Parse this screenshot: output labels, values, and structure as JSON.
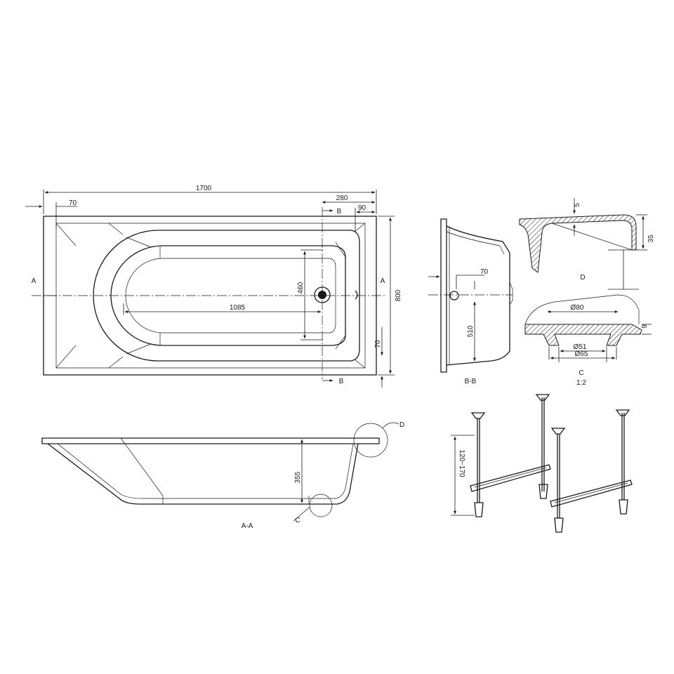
{
  "colors": {
    "line": "#1a1a1a",
    "background": "#ffffff"
  },
  "plan_view": {
    "dim_length": "1700",
    "dim_width": "800",
    "dim_rim_left": "70",
    "dim_rim_right": "70",
    "dim_drain_offset": "280",
    "dim_drain_edge": "90",
    "dim_inner_length": "1085",
    "dim_inner_width": "460",
    "section_a_left": "A",
    "section_a_right": "A",
    "section_b_top": "B",
    "section_b_bottom": "B"
  },
  "section_aa": {
    "label": "A-A",
    "dim_depth": "355",
    "detail_c": "C",
    "detail_d": "D"
  },
  "section_bb": {
    "label": "B-B",
    "dim_overflow_h": "70",
    "dim_overflow_v": "510"
  },
  "detail_d": {
    "label": "D",
    "dim_thickness": "5",
    "dim_rim": "35"
  },
  "detail_c": {
    "label": "C",
    "scale": "1:2",
    "dim_top": "Ø80",
    "dim_inner": "Ø51",
    "dim_outer": "Ø65",
    "dim_flange": "9"
  },
  "legs": {
    "dim_adjust": "120~170"
  }
}
